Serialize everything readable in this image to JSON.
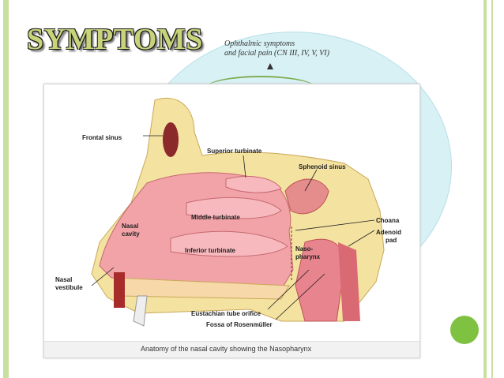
{
  "slide": {
    "title": "SYMPTOMS",
    "background_caption_line1": "Ophthalmic symptoms",
    "background_caption_line2": "and facial pain (CN III, IV, V, VI)"
  },
  "figure": {
    "caption": "Anatomy of the nasal cavity showing the Nasopharynx",
    "labels": {
      "frontal_sinus": "Frontal sinus",
      "superior_turbinate": "Superior turbinate",
      "sphenoid_sinus": "Sphenoid sinus",
      "middle_turbinate": "Middle turbinate",
      "nasal_cavity_1": "Nasal",
      "nasal_cavity_2": "cavity",
      "inferior_turbinate": "Inferior turbinate",
      "choana": "Choana",
      "adenoid_pad_1": "Adenoid",
      "adenoid_pad_2": "pad",
      "nasopharynx_1": "Naso-",
      "nasopharynx_2": "pharynx",
      "nasal_vestibule_1": "Nasal",
      "nasal_vestibule_2": "vestibule",
      "eustachian_tube_orifice": "Eustachian tube orifice",
      "fossa_of_rosenmuller": "Fossa of Rosenmüller"
    }
  },
  "colors": {
    "accent_green": "#7fc242",
    "title_fill": "#c9d47a",
    "tissue_pink": "#f2a3a8",
    "bone_yellow": "#f4e2a0"
  }
}
